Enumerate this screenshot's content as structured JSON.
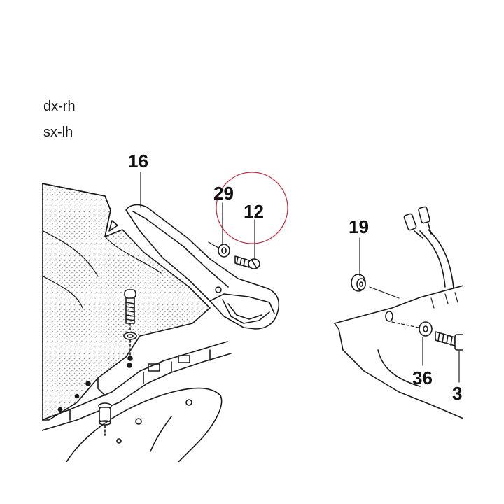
{
  "legend": {
    "right_hand": "dx-rh",
    "left_hand": "sx-lh"
  },
  "callouts": {
    "part_16": "16",
    "part_29": "29",
    "part_12": "12",
    "part_19": "19",
    "part_36": "36",
    "part_cut": "3"
  },
  "colors": {
    "line": "#1a1a1a",
    "highlight_circle": "#c8283c",
    "stipple": "#9a9a9a"
  }
}
